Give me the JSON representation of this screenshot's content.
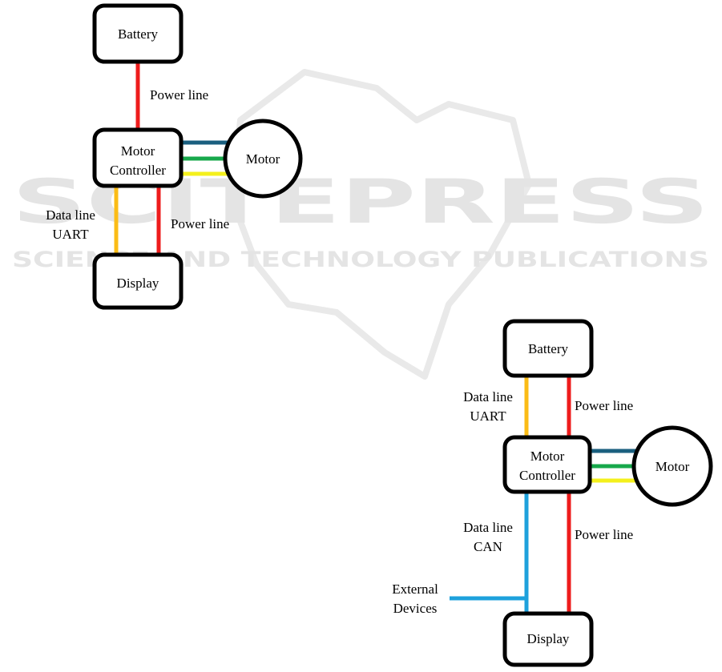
{
  "watermark": {
    "primary": "SCITEPRESS",
    "secondary": "SCIENCE AND TECHNOLOGY PUBLICATIONS"
  },
  "colors": {
    "power_line": "#ee1c1c",
    "data_uart": "#fbbc16",
    "data_can": "#1ea1dc",
    "phase_a": "#1a5f7f",
    "phase_b": "#17a84b",
    "phase_c": "#f4f01c",
    "box_stroke": "#000000"
  },
  "diagram_1": {
    "battery": "Battery",
    "controller_line1": "Motor",
    "controller_line2": "Controller",
    "motor": "Motor",
    "display": "Display",
    "power_line_top": "Power line",
    "power_line_bottom": "Power line",
    "data_line": "Data line",
    "data_protocol": "UART"
  },
  "diagram_2": {
    "battery": "Battery",
    "controller_line1": "Motor",
    "controller_line2": "Controller",
    "motor": "Motor",
    "display": "Display",
    "power_line_top": "Power line",
    "power_line_bottom": "Power line",
    "data_line_top": "Data line",
    "data_protocol_top": "UART",
    "data_line_bottom": "Data line",
    "data_protocol_bottom": "CAN",
    "external_line1": "External",
    "external_line2": "Devices"
  }
}
